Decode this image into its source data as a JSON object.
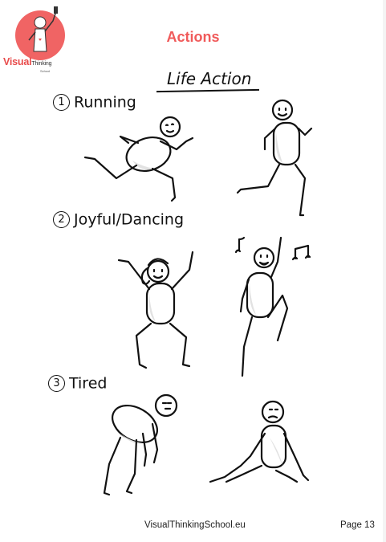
{
  "logo": {
    "brand_main": "Visual",
    "brand_sub": "Thinking",
    "brand_tiny": "School"
  },
  "header": {
    "title": "Actions"
  },
  "page": {
    "heading": "Life Action",
    "sections": [
      {
        "number": "1",
        "label": "Running"
      },
      {
        "number": "2",
        "label": "Joyful/Dancing"
      },
      {
        "number": "3",
        "label": "Tired"
      }
    ]
  },
  "footer": {
    "site": "VisualThinkingSchool.eu",
    "page": "Page 13"
  }
}
